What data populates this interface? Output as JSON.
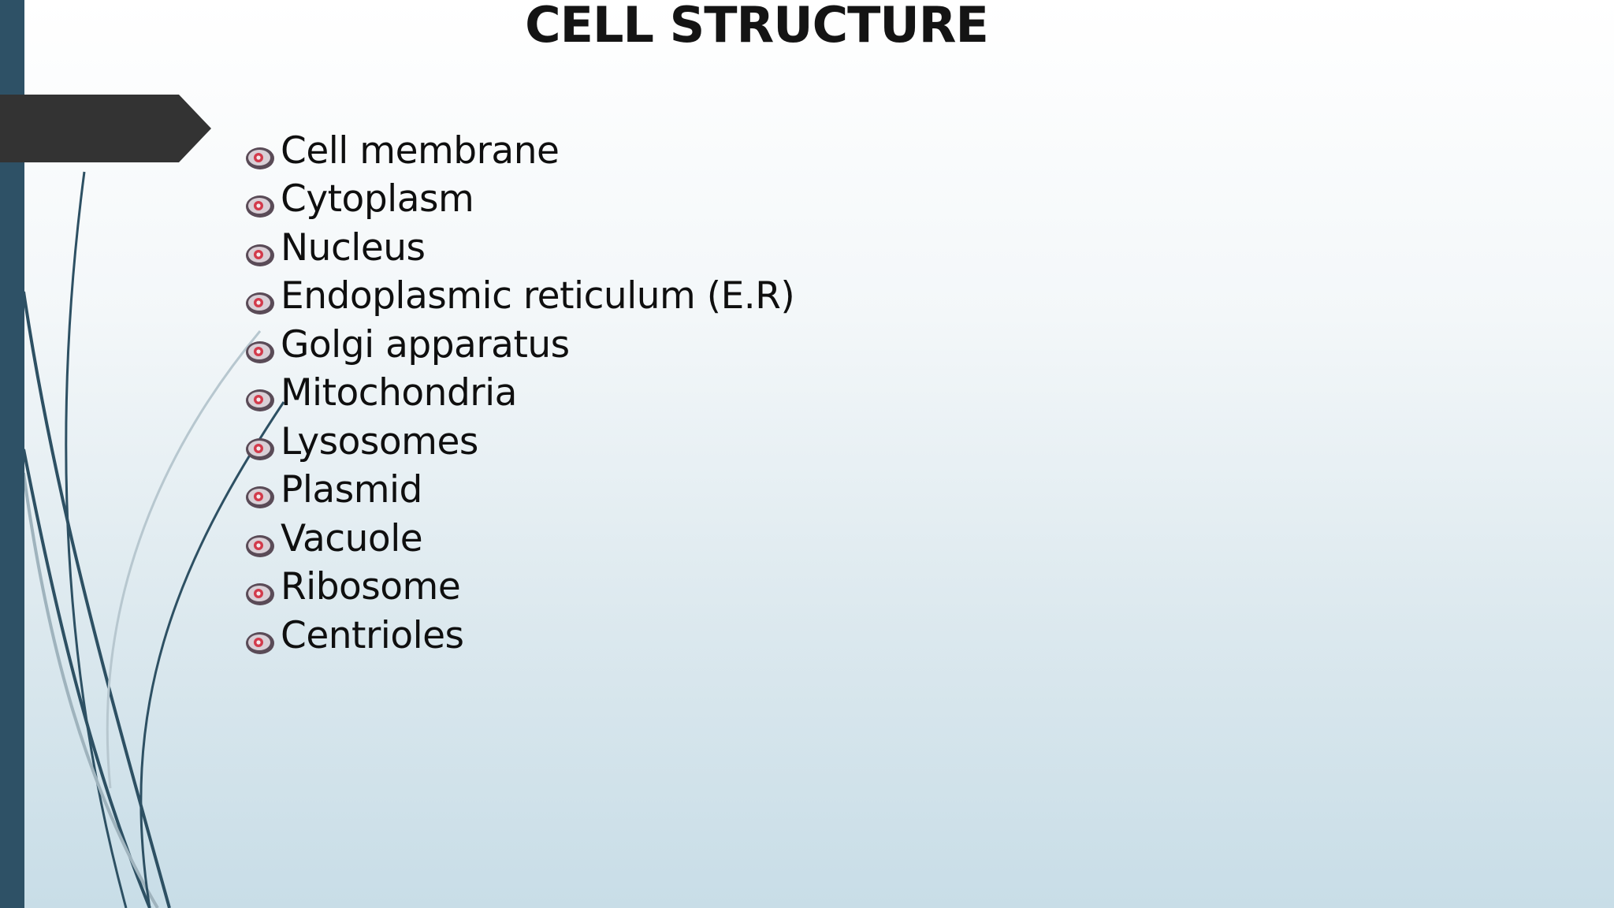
{
  "slide": {
    "title": "CELL STRUCTURE",
    "items": [
      {
        "label": "Cell membrane"
      },
      {
        "label": "Cytoplasm"
      },
      {
        "label": "Nucleus"
      },
      {
        "label": "Endoplasmic reticulum (E.R)"
      },
      {
        "label": "Golgi apparatus"
      },
      {
        "label": "Mitochondria"
      },
      {
        "label": "Lysosomes"
      },
      {
        "label": "Plasmid"
      },
      {
        "label": "Vacuole"
      },
      {
        "label": "Ribosome"
      },
      {
        "label": "Centrioles"
      }
    ],
    "bullet_icon": "cell-icon"
  },
  "colors": {
    "accent_bar": "#2e5166",
    "arrow_tab": "#333333",
    "text": "#0f0f0f"
  }
}
